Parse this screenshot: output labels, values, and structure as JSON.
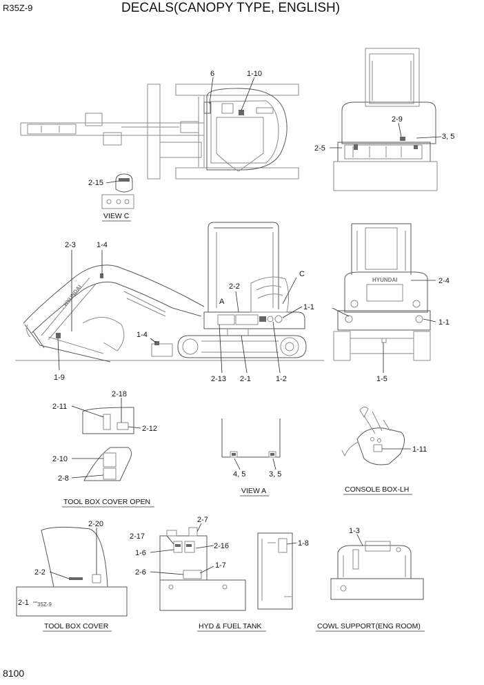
{
  "header": {
    "model": "R35Z-9",
    "title": "DECALS(CANOPY TYPE, ENGLISH)"
  },
  "footer": {
    "page_number": "8100"
  },
  "brand_text": {
    "boom": "HYUNDAI",
    "rear": "HYUNDAI",
    "cover": "35Z-9"
  },
  "captions": {
    "view_c": "VIEW C",
    "tool_box_cover_open": "TOOL BOX COVER OPEN",
    "view_a": "VIEW A",
    "console_box_lh": "CONSOLE BOX-LH",
    "tool_box_cover": "TOOL BOX COVER",
    "hyd_fuel_tank": "HYD & FUEL TANK",
    "cowl_support": "COWL SUPPORT(ENG ROOM)"
  },
  "callouts": {
    "top_view": [
      "6",
      "1-10"
    ],
    "rear_top": [
      "2-9",
      "3, 5",
      "2-5"
    ],
    "view_c": [
      "2-15"
    ],
    "side_view": [
      "2-3",
      "1-4",
      "2-2",
      "A",
      "C",
      "1-1",
      "1-4",
      "1-9",
      "2-13",
      "2-1",
      "1-2"
    ],
    "rear_view": [
      "2-4",
      "1-1",
      "1-5"
    ],
    "tool_box_open": [
      "2-18",
      "2-11",
      "2-12",
      "2-10",
      "2-8"
    ],
    "view_a": [
      "4, 5",
      "3, 5"
    ],
    "console": [
      "1-11"
    ],
    "tool_box_cover": [
      "2-20",
      "2-2",
      "2-1"
    ],
    "hyd_tank": [
      "2-7",
      "2-17",
      "2-16",
      "1-6",
      "1-7",
      "2-6",
      "1-8"
    ],
    "cowl": [
      "1-3"
    ]
  }
}
